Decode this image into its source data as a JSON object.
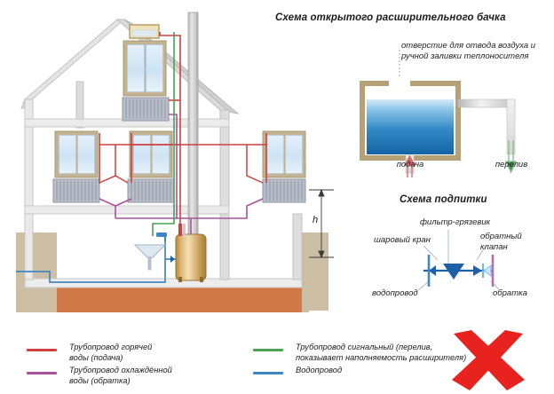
{
  "diagram": {
    "title_main": "",
    "house": {
      "dimension_label": "h"
    },
    "tank_scheme": {
      "title": "Схема открытого расширительного бачка",
      "callout": "отверстие для отвода воздуха и ручной заливки теплоносителя",
      "label_supply": "подача",
      "label_overflow": "перелив"
    },
    "makeup_scheme": {
      "title": "Схема подпитки",
      "label_filter": "фильтр-грязевик",
      "label_ball_valve": "шаровый кран",
      "label_check_valve": "обратный клапан",
      "label_water_main": "водопровод",
      "label_return": "обратка"
    },
    "legend": {
      "items": [
        {
          "color": "#cf4040",
          "text_line1": "Трубопровод горячей",
          "text_line2": "воды (подача)"
        },
        {
          "color": "#a8529c",
          "text_line1": "Трубопровод охлаждённой",
          "text_line2": "воды (обратка)"
        },
        {
          "color": "#49a24f",
          "text_line1": "Трубопровод сигнальный (перелив,",
          "text_line2": "показывает наполняемость расширителя)"
        },
        {
          "color": "#3f87c4",
          "text_line1": "Водопровод",
          "text_line2": ""
        }
      ]
    },
    "colors": {
      "hot_supply": "#cf4040",
      "cooled_return": "#a8529c",
      "signal": "#49a24f",
      "water_main": "#3f87c4",
      "wall": "#e9e9e9",
      "window_frame": "#c3b395",
      "radiator": "#b9bfc9",
      "boiler": "#dcb878",
      "foundation": "#d2794a",
      "soil": "#cdbfa4",
      "tank_border": "#b6a077",
      "tank_water": "#2f86c4",
      "watermark": "#e8231f"
    }
  }
}
